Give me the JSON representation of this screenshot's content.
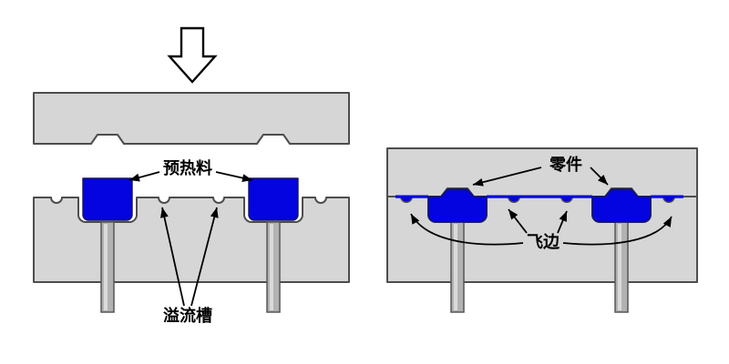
{
  "colors": {
    "background": "#ffffff",
    "mold_gray": "#d6d6d6",
    "mold_outline": "#4d4d4d",
    "material_blue": "#0404e0",
    "pin_gray": "#b2b2b2",
    "pin_highlight": "#dadada",
    "press_arrow_fill": "#ffffff",
    "annotation": "#000000"
  },
  "icons": {
    "press_direction": "down-arrow"
  },
  "left_diagram": {
    "description_role": "open compression mold with preheated charge",
    "labels": {
      "preheated_material": "预热料",
      "overflow_groove": "溢流槽"
    }
  },
  "right_diagram": {
    "description_role": "closed compression mold with molded part and flash",
    "labels": {
      "part": "零件",
      "flash": "飞边"
    }
  }
}
